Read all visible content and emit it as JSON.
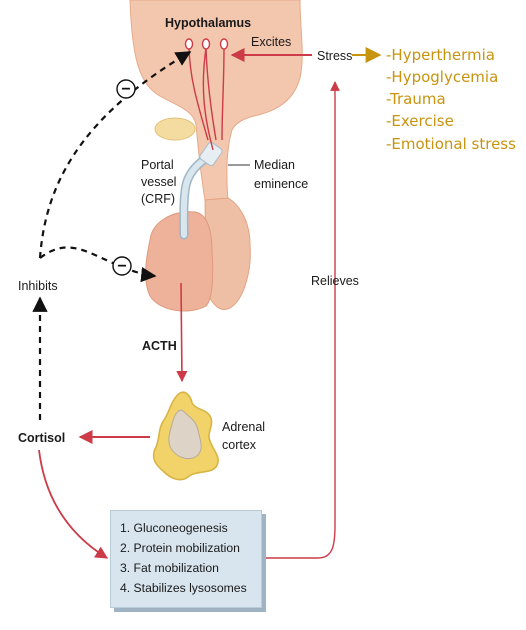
{
  "labels": {
    "hypothalamus": "Hypothalamus",
    "excites": "Excites",
    "stress": "Stress",
    "portal_vessel_lines": [
      "Portal",
      "vessel",
      "(CRF)"
    ],
    "median_eminence_lines": [
      "Median",
      "eminence"
    ],
    "inhibits": "Inhibits",
    "relieves": "Relieves",
    "acth": "ACTH",
    "adrenal_cortex_lines": [
      "Adrenal",
      "cortex"
    ],
    "cortisol": "Cortisol",
    "inhibit_symbol": "−"
  },
  "stressors": [
    "-Hyperthermia",
    "-Hypoglycemia",
    "-Trauma",
    "-Exercise",
    "-Emotional stress"
  ],
  "cortisol_effects": [
    "1. Gluconeogenesis",
    "2. Protein mobilization",
    "3. Fat mobilization",
    "4. Stabilizes lysosomes"
  ],
  "colors": {
    "tissue": "#f3c6ae",
    "tissue_dark": "#e9ab8c",
    "stimulatory_arrow": "#cc3b47",
    "inhibitory_arrow": "#111111",
    "stressor_text": "#c8940f",
    "adrenal_yellow": "#f1d36a",
    "adrenal_center": "#ddd3c7",
    "effects_box": "#d8e5ee",
    "portal_vessel": "#c9d9e4"
  }
}
